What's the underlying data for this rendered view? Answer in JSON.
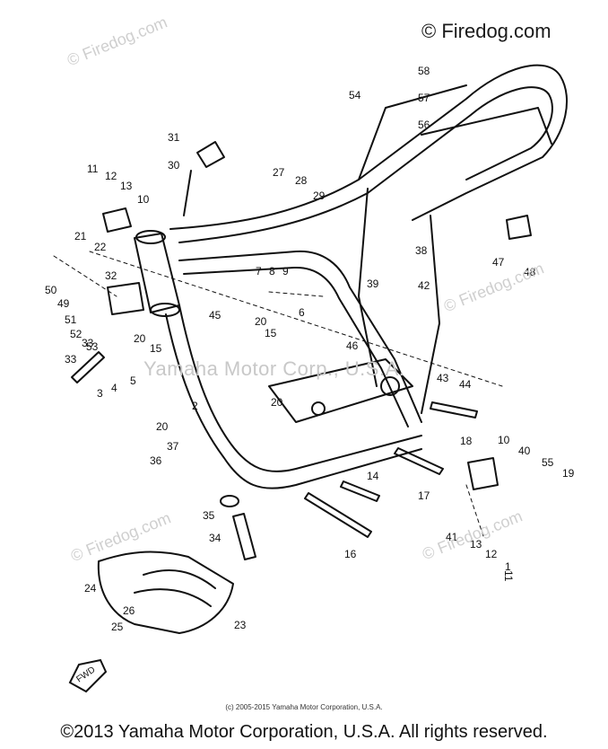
{
  "watermark": {
    "brand": "© Firedog.com",
    "top_right": "© Firedog.com",
    "center": "Yamaha Motor Corp., U.S.A."
  },
  "inner_copyright": "(c) 2005-2015 Yamaha Motor Corporation, U.S.A.",
  "footer": "©2013 Yamaha Motor Corporation, U.S.A. All rights reserved.",
  "fwd_mark": "FWD",
  "colors": {
    "line": "#111111",
    "watermark": "#cfcfcf",
    "background": "#ffffff"
  },
  "part_numbers": [
    "1",
    "2",
    "3",
    "4",
    "5",
    "6",
    "7",
    "8",
    "9",
    "10",
    "11",
    "12",
    "13",
    "14",
    "15",
    "16",
    "17",
    "18",
    "19",
    "20",
    "21",
    "22",
    "23",
    "24",
    "25",
    "26",
    "27",
    "28",
    "29",
    "30",
    "31",
    "32",
    "33",
    "34",
    "35",
    "36",
    "37",
    "38",
    "39",
    "40",
    "41",
    "42",
    "43",
    "44",
    "45",
    "46",
    "47",
    "48",
    "49",
    "50",
    "51",
    "52",
    "53",
    "54",
    "55",
    "56",
    "57",
    "58"
  ]
}
